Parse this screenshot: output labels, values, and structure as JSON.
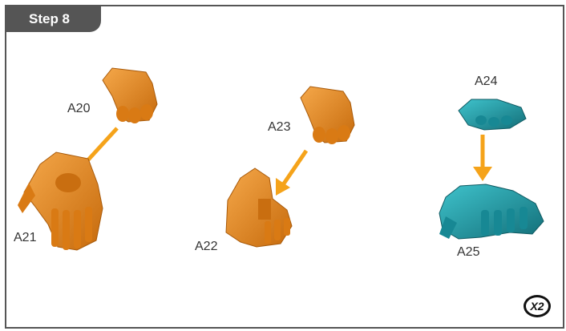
{
  "step": {
    "label": "Step 8"
  },
  "colors": {
    "orange_part": "#E8891A",
    "teal_part": "#1E9AA6",
    "arrow": "#F5A31A",
    "frame": "#555555"
  },
  "parts": {
    "a20": "A20",
    "a21": "A21",
    "a22": "A22",
    "a23": "A23",
    "a24": "A24",
    "a25": "A25"
  },
  "quantity": {
    "label": "X2"
  }
}
